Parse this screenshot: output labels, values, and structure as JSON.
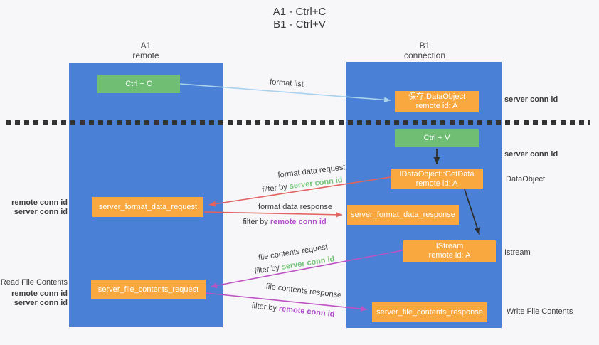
{
  "title": {
    "line1": "A1 - Ctrl+C",
    "line2": "B1 - Ctrl+V"
  },
  "lanes": {
    "a1": {
      "name": "A1",
      "subtitle": "remote"
    },
    "b1": {
      "name": "B1",
      "subtitle": "connection"
    }
  },
  "nodes": {
    "ctrl_c": "Ctrl + C",
    "save_idataobject": {
      "line1": "保存IDataObject",
      "line2": "remote id: A"
    },
    "ctrl_v": "Ctrl + V",
    "getdata": {
      "line1": "IDataObject::GetData",
      "line2": "remote id: A"
    },
    "format_request": "server_format_data_request",
    "format_response": "server_format_data_response",
    "istream": {
      "line1": "IStream",
      "line2": "remote id: A"
    },
    "file_request": "server_file_contents_request",
    "file_response": "server_file_contents_response"
  },
  "edge_labels": {
    "format_list": "format list",
    "format_data_request": "format data request",
    "format_data_response": "format data response",
    "file_contents_request": "file contents request",
    "file_contents_response": "file contents response",
    "filter_by": "filter by ",
    "server_conn_id": "server conn id",
    "remote_conn_id": "remote conn id"
  },
  "side_labels": {
    "server_conn_id": "server conn id",
    "remote_conn_id": "remote conn id",
    "dataobject": "DataObject",
    "istream": "Istream",
    "read_file_contents": "Read File Contents",
    "write_file_contents": "Write File Contents"
  },
  "colors": {
    "lane_blue": "#4a80d5",
    "node_orange": "#f8a83e",
    "node_green": "#6fbe74",
    "text_green": "#74c378",
    "text_purple": "#b14ecb",
    "arrow_red": "#e2635f",
    "arrow_magenta": "#bd53c3",
    "arrow_blue": "#a9d2ed",
    "arrow_black": "#2e2e2e",
    "background": "#f7f7f9"
  }
}
